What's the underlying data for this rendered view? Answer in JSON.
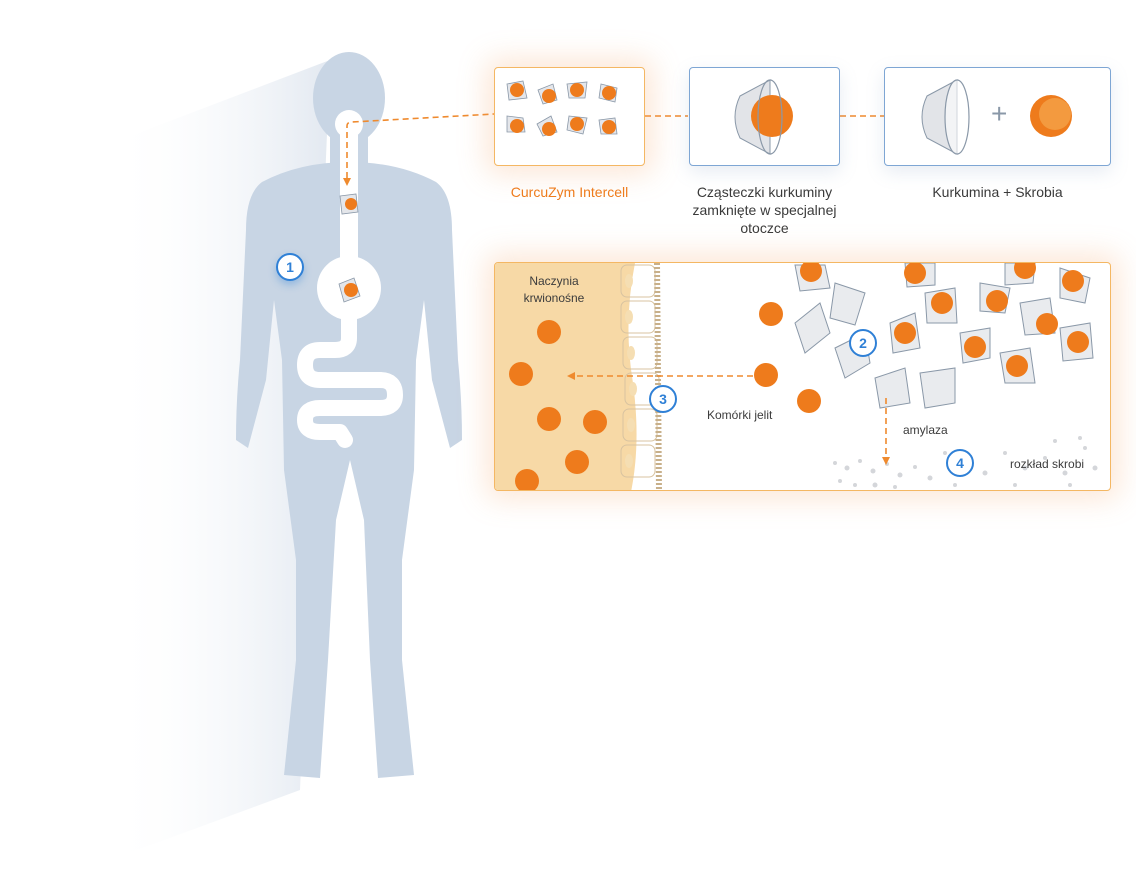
{
  "steps": {
    "product": {
      "label": "CurcuZym Intercell"
    },
    "encapsulated": {
      "label_lines": [
        "Cząsteczki kurkuminy",
        "zamknięte w specjalnej",
        "otoczce"
      ]
    },
    "separated": {
      "label": "Kurkumina +  Skrobia",
      "plus": "+"
    }
  },
  "intestine_panel": {
    "blood_vessels_lines": [
      "Naczynia",
      "krwionośne"
    ],
    "intestinal_cells": "Komórki jelit",
    "enzyme": "amylaza",
    "starch_breakdown": "rozkład skrobi"
  },
  "badges": [
    "1",
    "2",
    "3",
    "4"
  ],
  "colors": {
    "accent_orange": "#ee7b1c",
    "badge_blue": "#2f80d6",
    "body_blue": "#c5d3e3",
    "blood_tan": "#f7d9a6"
  }
}
